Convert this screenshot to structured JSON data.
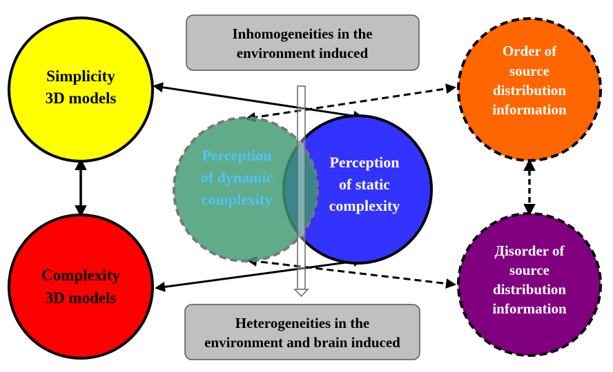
{
  "top_box": {
    "line1": "Inhomogeneities in the",
    "line2": "environment induced"
  },
  "bottom_box": {
    "line1": "Heterogeneities in the",
    "line2": "environment and brain induced"
  },
  "simplicity": {
    "line1": "Simplicity",
    "line2": "3D models",
    "fill": "#ffff00"
  },
  "complexity": {
    "line1": "Complexity",
    "line2": "3D models",
    "fill": "#ff0000"
  },
  "order": {
    "line1": "Order of",
    "line2": "source",
    "line3": "distribution",
    "line4": "information",
    "fill": "#ff6600"
  },
  "disorder": {
    "line1": "Дisorder of",
    "line2": "source",
    "line3": "distribution",
    "line4": "information",
    "fill": "#800080"
  },
  "dynamic": {
    "line1": "Perception",
    "line2": "of dynamic",
    "line3": "complexity",
    "fill": "#3d9970",
    "text_color": "#4fc3f7"
  },
  "static": {
    "line1": "Perception",
    "line2": "of static",
    "line3": "complexity",
    "fill": "#3333ff"
  },
  "box_fill": "#c0c0c0"
}
